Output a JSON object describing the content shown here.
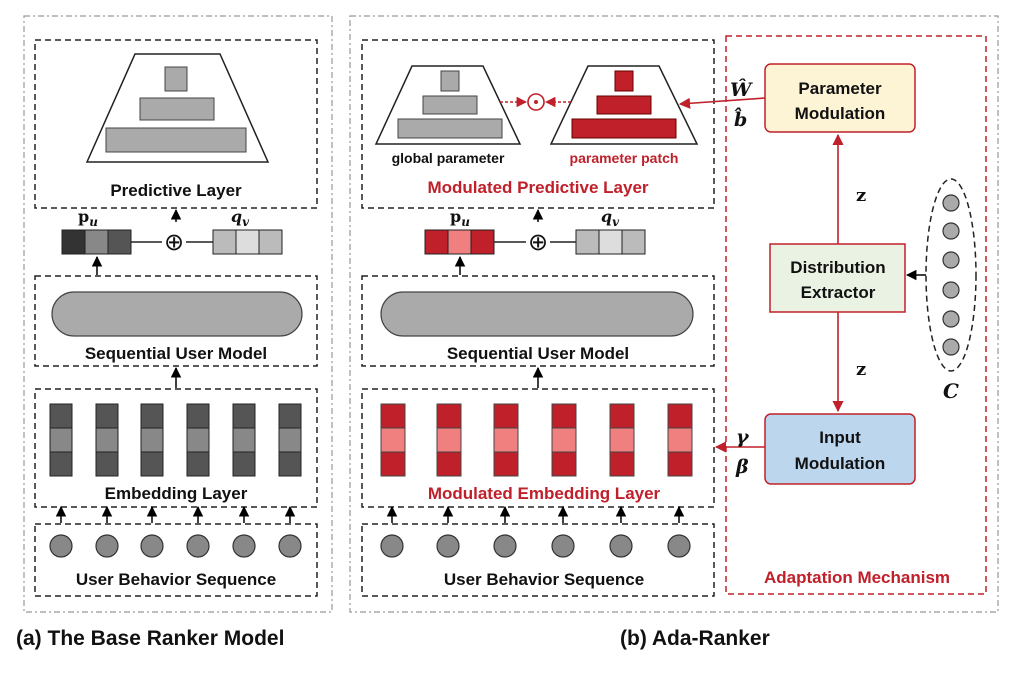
{
  "panel_a": {
    "caption": "(a) The Base Ranker Model",
    "predictive_layer": "Predictive Layer",
    "sequential_model": "Sequential User Model",
    "embedding_layer": "Embedding Layer",
    "behavior_sequence": "User Behavior Sequence",
    "user_vec_label": "p",
    "user_vec_sub": "u",
    "item_vec_label": "q",
    "item_vec_sub": "v",
    "concat_symbol": "⊕"
  },
  "panel_b": {
    "caption": "(b) Ada-Ranker",
    "global_parameter": "global parameter",
    "parameter_patch": "parameter patch",
    "modulated_predictive_layer": "Modulated Predictive Layer",
    "sequential_model": "Sequential User Model",
    "modulated_embedding_layer": "Modulated Embedding Layer",
    "behavior_sequence": "User Behavior Sequence",
    "user_vec_label": "p",
    "user_vec_sub": "u",
    "item_vec_label": "q",
    "item_vec_sub": "v",
    "concat_symbol": "⊕",
    "product_symbol": "⊙"
  },
  "adaptation": {
    "title": "Adaptation Mechanism",
    "param_mod_line1": "Parameter",
    "param_mod_line2": "Modulation",
    "dist_line1": "Distribution",
    "dist_line2": "Extractor",
    "input_mod_line1": "Input",
    "input_mod_line2": "Modulation",
    "z_upper": "z",
    "z_lower": "z",
    "w_hat": "Ŵ",
    "b_hat": "b̂",
    "gamma": "γ",
    "beta": "β",
    "candidates": "C"
  },
  "colors": {
    "red": "#c0202a",
    "light_red": "#f08080",
    "dark_gray": "#555555",
    "mid_gray": "#999999",
    "light_gray": "#d0d0d0",
    "param_box": "#fdf4d6",
    "dist_box": "#eaf2e3",
    "input_box": "#bcd6ee"
  }
}
